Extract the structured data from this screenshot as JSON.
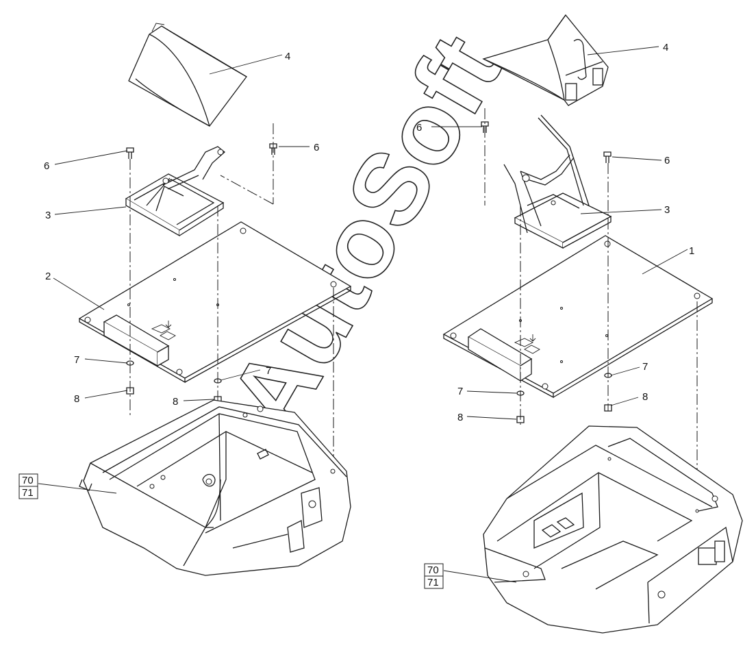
{
  "callouts": {
    "left": {
      "p4": "4",
      "p6a": "6",
      "p6b": "6",
      "p3": "3",
      "p2": "2",
      "p7": "7",
      "p7b": "7",
      "p8": "8",
      "p8b": "8",
      "p70": "70",
      "p71": "71"
    },
    "right": {
      "p4": "4",
      "p6a": "6",
      "p6b": "6",
      "p3": "3",
      "p1": "1",
      "p7": "7",
      "p7b": "7",
      "p8": "8",
      "p8b": "8",
      "p70": "70",
      "p71": "71"
    }
  },
  "watermark": "AutoSoft",
  "colors": {
    "line": "#1a1a1a",
    "background": "#ffffff"
  }
}
